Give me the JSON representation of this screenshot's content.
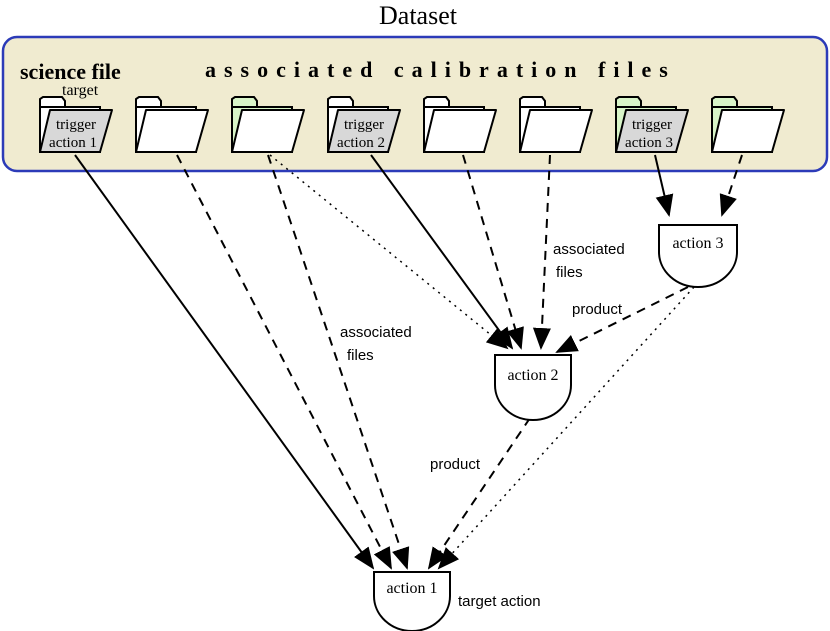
{
  "title": "Dataset",
  "dataset": {
    "science_label": "science file",
    "associated_label": "associated calibration files",
    "target_label": "target",
    "box_fill": "#f0ebd0",
    "box_stroke": "#2c3bb8"
  },
  "folders": [
    {
      "id": "f1",
      "kind": "science",
      "line1": "trigger",
      "line2": "action 1"
    },
    {
      "id": "f2",
      "kind": "plain"
    },
    {
      "id": "f3",
      "kind": "green"
    },
    {
      "id": "f4",
      "kind": "trigger",
      "line1": "trigger",
      "line2": "action 2"
    },
    {
      "id": "f5",
      "kind": "plain"
    },
    {
      "id": "f6",
      "kind": "plain"
    },
    {
      "id": "f7",
      "kind": "trigger-green",
      "line1": "trigger",
      "line2": "action 3"
    },
    {
      "id": "f8",
      "kind": "green"
    }
  ],
  "colors": {
    "gray_folder": "#d8d8d8",
    "green_folder": "#d8f5c8",
    "white": "#ffffff",
    "stroke": "#000000"
  },
  "actions": {
    "action1": {
      "label": "action 1"
    },
    "action2": {
      "label": "action 2"
    },
    "action3": {
      "label": "action 3"
    }
  },
  "edge_labels": {
    "associated_files_1": [
      "associated",
      "files"
    ],
    "associated_files_2": [
      "associated",
      "files"
    ],
    "product_1": "product",
    "product_2": "product",
    "target_action": "target action"
  }
}
